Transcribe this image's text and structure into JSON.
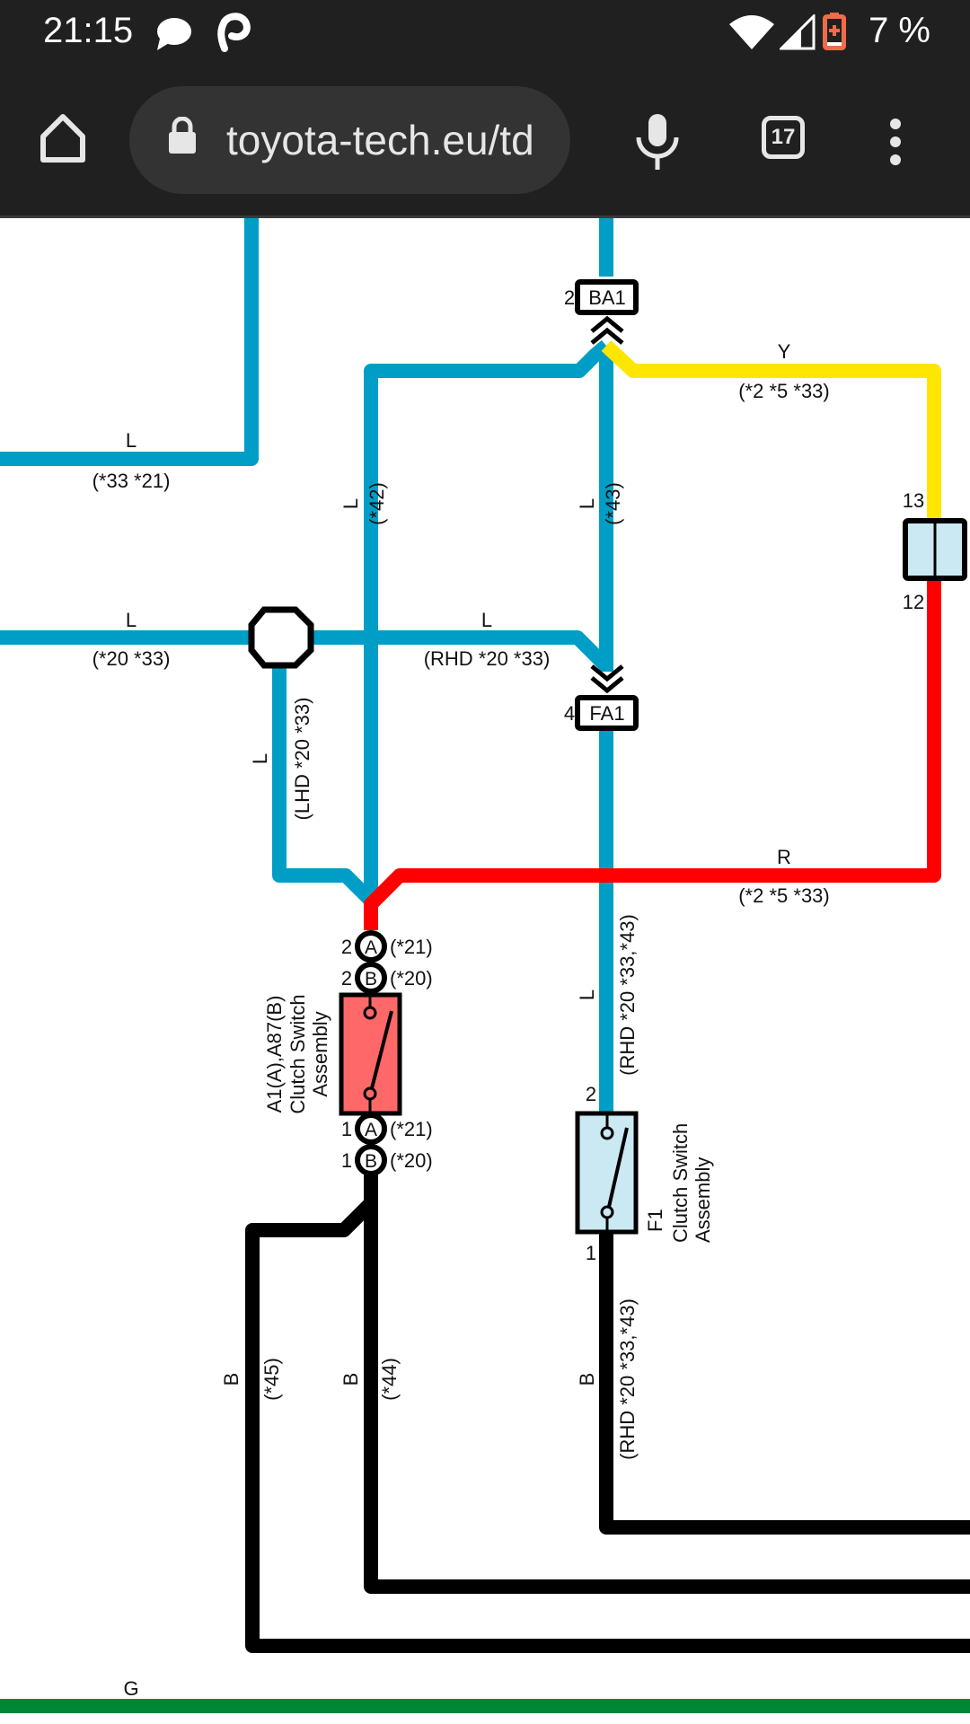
{
  "status_bar": {
    "time": "21:15",
    "notification_icons": [
      "chat-bubble-icon",
      "pocket-casts-icon"
    ],
    "wifi": "wifi-icon",
    "signal": "cell-signal-icon",
    "battery_icon": "battery-charging-icon",
    "battery_percent": "7 %",
    "battery_color": "#ef6c4a"
  },
  "browser": {
    "home_icon": "home-icon",
    "url": "toyota-tech.eu/td",
    "lock_icon": "lock-icon",
    "mic_icon": "microphone-icon",
    "tab_count": "17",
    "menu_icon": "more-vert-icon"
  },
  "colors": {
    "blue_wire": "#009ec6",
    "yellow_wire": "#ffe600",
    "red_wire": "#ff0000",
    "black_wire": "#000000",
    "green_wire": "#008735",
    "a1_switch_fill": "#ff6868",
    "f1_switch_fill": "#cbe9f2",
    "connector_fill": "#cbe9f2"
  },
  "diagram": {
    "wires": {
      "top_left_l": {
        "color_code": "L",
        "note": "(*33 *21)"
      },
      "mid_left_l": {
        "color_code": "L",
        "note": "(*20 *33)"
      },
      "rhd_l": {
        "color_code": "L",
        "note": "(RHD *20 *33)"
      },
      "vert_42": {
        "color_code": "L",
        "note": "(*42)"
      },
      "vert_43": {
        "color_code": "L",
        "note": "(*43)"
      },
      "lhd_l": {
        "color_code": "L",
        "note": "(LHD *20 *33)"
      },
      "yellow_y": {
        "color_code": "Y",
        "note": "(*2 *5 *33)"
      },
      "red_r": {
        "color_code": "R",
        "note": "(*2 *5 *33)"
      },
      "f1_feed_l": {
        "color_code": "L",
        "note": "(RHD *20 *33,*43)"
      },
      "black_45": {
        "color_code": "B",
        "note": "(*45)"
      },
      "black_44": {
        "color_code": "B",
        "note": "(*44)"
      },
      "black_f1": {
        "color_code": "B",
        "note": "(RHD *20 *33,*43)"
      },
      "ground_g": {
        "color_code": "G"
      }
    },
    "connectors": {
      "ba1": {
        "id": "BA1",
        "pin": "2"
      },
      "fa1": {
        "id": "FA1",
        "pin": "4"
      },
      "inline": {
        "pin_top": "13",
        "pin_bottom": "12"
      }
    },
    "a1_switch": {
      "name_line1": "A1(A),A87(B)",
      "name_line2": "Clutch Switch",
      "name_line3": "Assembly",
      "pins": [
        {
          "pin": "2",
          "letter": "A",
          "note": "(*21)"
        },
        {
          "pin": "2",
          "letter": "B",
          "note": "(*20)"
        },
        {
          "pin": "1",
          "letter": "A",
          "note": "(*21)"
        },
        {
          "pin": "1",
          "letter": "B",
          "note": "(*20)"
        }
      ]
    },
    "f1_switch": {
      "id": "F1",
      "name_line1": "Clutch Switch",
      "name_line2": "Assembly",
      "pin_top": "2",
      "pin_bottom": "1"
    }
  }
}
